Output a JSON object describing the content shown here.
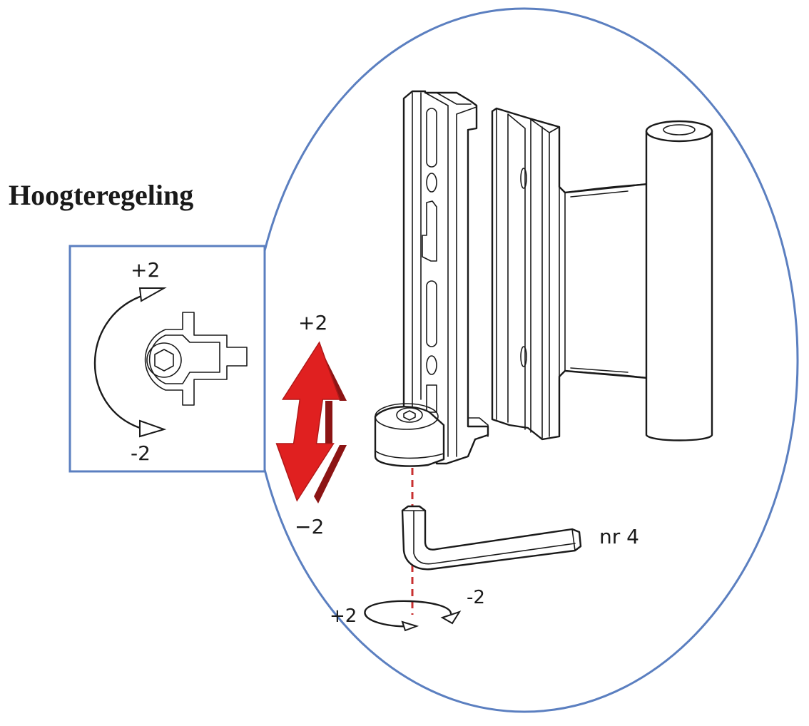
{
  "title": "Hoogteregeling",
  "inset": {
    "label_plus": "+2",
    "label_minus": "-2"
  },
  "vertical_arrow": {
    "label_plus": "+2",
    "label_minus": "−2"
  },
  "allen_key": {
    "label": "nr 4"
  },
  "rotation": {
    "label_plus": "+2",
    "label_minus": "-2"
  },
  "colors": {
    "circle_outline": "#5b7fc0",
    "inset_border": "#5b7fc0",
    "arrow_red": "#e02020",
    "arrow_red_dark": "#8c1414",
    "dashed_axis": "#c83030",
    "ink": "#1a1a1a"
  }
}
